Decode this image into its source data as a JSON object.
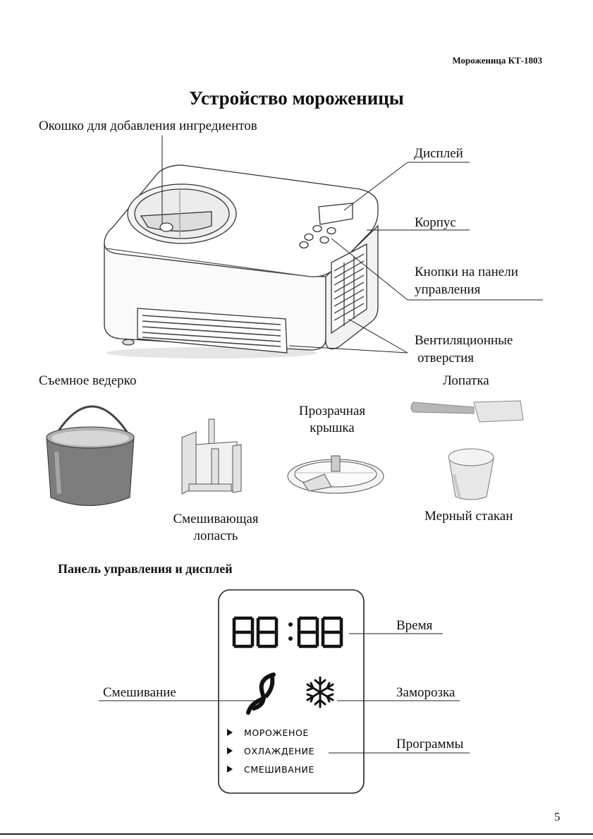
{
  "header": {
    "title": "Мороженица КТ-1803"
  },
  "page": {
    "title": "Устройство мороженицы",
    "number": "5"
  },
  "device_labels": {
    "window": "Окошко для добавления ингредиентов",
    "display": "Дисплей",
    "body": "Корпус",
    "buttons_line1": "Кнопки на панели",
    "buttons_line2": "управления",
    "vents_line1": "Вентиляционные",
    "vents_line2": "отверстия"
  },
  "accessories": {
    "bucket": "Съемное ведерко",
    "spatula": "Лопатка",
    "lid_line1": "Прозрачная",
    "lid_line2": "крышка",
    "paddle_line1": "Смешивающая",
    "paddle_line2": "лопасть",
    "cup": "Мерный стакан"
  },
  "panel": {
    "section_title": "Панель управления и дисплей",
    "time_label": "Время",
    "mixing_label": "Смешивание",
    "freeze_label": "Заморозка",
    "programs_label": "Программы",
    "display_digits": "88:88",
    "programs": [
      "МОРОЖЕНОЕ",
      "ОХЛАЖДЕНИЕ",
      "СМЕШИВАНИЕ"
    ]
  },
  "colors": {
    "ink": "#111111",
    "line": "#222222"
  }
}
